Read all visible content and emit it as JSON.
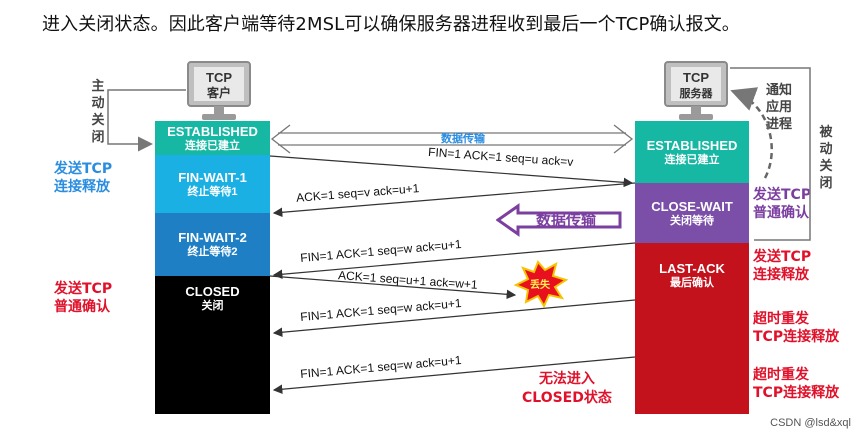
{
  "caption": "进入关闭状态。因此客户端等待2MSL可以确保服务器进程收到最后一个TCP确认报文。",
  "client": {
    "label_top": "TCP",
    "label_bottom": "客户",
    "active_close": [
      "主",
      "动",
      "关",
      "闭"
    ],
    "states": [
      {
        "name": "ESTABLISHED",
        "desc": "连接已建立",
        "color": "#16b7a3"
      },
      {
        "name": "FIN-WAIT-1",
        "desc": "终止等待1",
        "color": "#1ab0e3"
      },
      {
        "name": "FIN-WAIT-2",
        "desc": "终止等待2",
        "color": "#1f7fc4"
      },
      {
        "name": "CLOSED",
        "desc": "关闭",
        "color": "#000000"
      }
    ],
    "notes": [
      {
        "lines": [
          "发送TCP",
          "连接释放"
        ],
        "color": "#2a8de0"
      },
      {
        "lines": [
          "发送TCP",
          "普通确认"
        ],
        "color": "#e0112a"
      }
    ]
  },
  "server": {
    "label_top": "TCP",
    "label_bottom": "服务器",
    "notify": [
      "通知",
      "应用",
      "进程"
    ],
    "passive_close": [
      "被",
      "动",
      "关",
      "闭"
    ],
    "states": [
      {
        "name": "ESTABLISHED",
        "desc": "连接已建立",
        "color": "#16b7a3"
      },
      {
        "name": "CLOSE-WAIT",
        "desc": "关闭等待",
        "color": "#7b4fa8"
      },
      {
        "name": "LAST-ACK",
        "desc": "最后确认",
        "color": "#c4121d"
      }
    ],
    "notes": [
      {
        "lines": [
          "发送TCP",
          "普通确认"
        ],
        "color": "#7b3fa0"
      },
      {
        "lines": [
          "发送TCP",
          "连接释放"
        ],
        "color": "#e0112a"
      },
      {
        "lines": [
          "超时重发",
          "TCP连接释放"
        ],
        "color": "#e0112a"
      },
      {
        "lines": [
          "超时重发",
          "TCP连接释放"
        ],
        "color": "#e0112a"
      }
    ]
  },
  "data_transfer_top": "数据传输",
  "data_transfer_mid": "数据传输",
  "lost_label": "丢失",
  "cannot_enter": [
    "无法进入",
    "CLOSED状态"
  ],
  "messages": {
    "m1": "FIN=1   ACK=1   seq=u   ack=v",
    "m2": "ACK=1     seq=v     ack=u+1",
    "m3": "FIN=1    ACK=1     seq=w      ack=u+1",
    "m4": "ACK=1   seq=u+1   ack=w+1",
    "m5": "FIN=1    ACK=1     seq=w      ack=u+1",
    "m6": "FIN=1    ACK=1     seq=w      ack=u+1"
  },
  "watermark": "CSDN @lsd&xql"
}
